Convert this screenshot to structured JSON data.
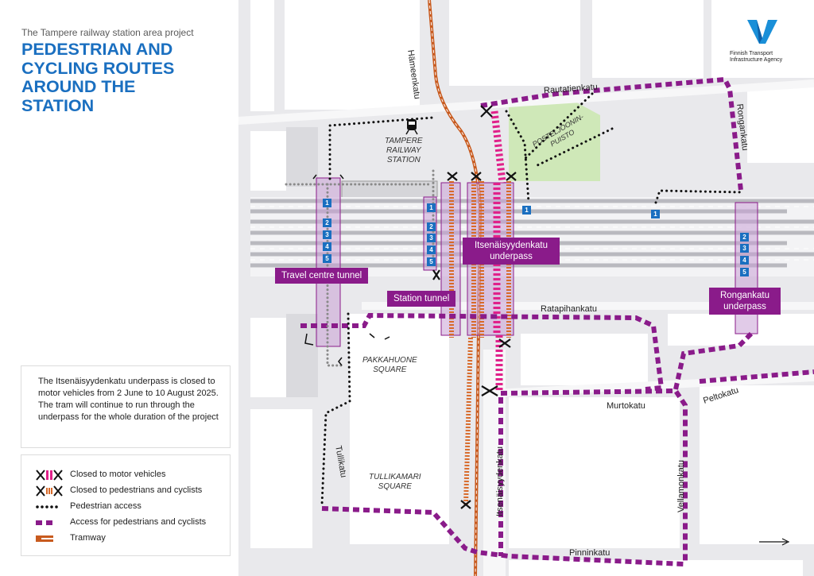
{
  "header": {
    "project_subtitle": "The Tampere railway station area project",
    "title_lines": [
      "PEDESTRIAN AND",
      "CYCLING ROUTES",
      "AROUND THE",
      "STATION"
    ]
  },
  "logo": {
    "name_line1": "Finnish Transport",
    "name_line2": "Infrastructure Agency",
    "icon": "fta-v-logo-icon",
    "color": "#1a8fd8"
  },
  "info_text": "The Itsenäisyydenkatu underpass is closed to motor vehicles from 2 June to 10 August 2025. The tram will continue to run through the underpass for the whole duration of the project",
  "legend": [
    {
      "icon": "closed-motor-icon",
      "label": "Closed to motor vehicles"
    },
    {
      "icon": "closed-ped-icon",
      "label": "Closed to pedestrians and cyclists"
    },
    {
      "icon": "pedestrian-dots-icon",
      "label": "Pedestrian access"
    },
    {
      "icon": "ped-cycle-dashes-icon",
      "label": "Access for pedestrians and cyclists"
    },
    {
      "icon": "tramway-icon",
      "label": "Tramway"
    }
  ],
  "underpass_tags": {
    "travel_centre": "Travel centre tunnel",
    "station_tunnel": "Station tunnel",
    "itsenaisyydenkatu_line1": "Itsenäisyydenkatu",
    "itsenaisyydenkatu_line2": "underpass",
    "rongankatu_line1": "Rongankatu",
    "rongankatu_line2": "underpass"
  },
  "streets": {
    "hameenkatu": "Hämeenkatu",
    "rautatienkatu": "Rautatienkatu",
    "rongankatu": "Rongankatu",
    "ratapihankatu": "Ratapihankatu",
    "murtokatu": "Murtokatu",
    "peltokatu": "Peltokatu",
    "itsenaisyydenkatu": "Itsenäisyydenkatu",
    "tullikatu": "Tullikatu",
    "vellamonkatu": "Vellamonkatu",
    "pinninkatu": "Pinninkatu"
  },
  "places": {
    "station_line1": "TAMPERE",
    "station_line2": "RAILWAY",
    "station_line3": "STATION",
    "park_line1": "POSTELJOONIN-",
    "park_line2": "PUISTO",
    "pakkahuone_line1": "PAKKAHUONE",
    "pakkahuone_line2": "SQUARE",
    "tullikamari_line1": "TULLIKAMARI",
    "tullikamari_line2": "SQUARE"
  },
  "platform_numbers": {
    "travel_centre": [
      "1",
      "2",
      "3",
      "4",
      "5"
    ],
    "station_tunnel": [
      "1",
      "2",
      "3",
      "4",
      "5"
    ],
    "itsenaisyydenkatu": [
      "1"
    ],
    "rongankatu": [
      "1",
      "2",
      "3",
      "4",
      "5"
    ]
  },
  "colors": {
    "purple": "#8a1b8a",
    "pink": "#e0218a",
    "orange": "#c85a1e",
    "blue": "#1a6fc0",
    "park": "#cfe8b8"
  }
}
